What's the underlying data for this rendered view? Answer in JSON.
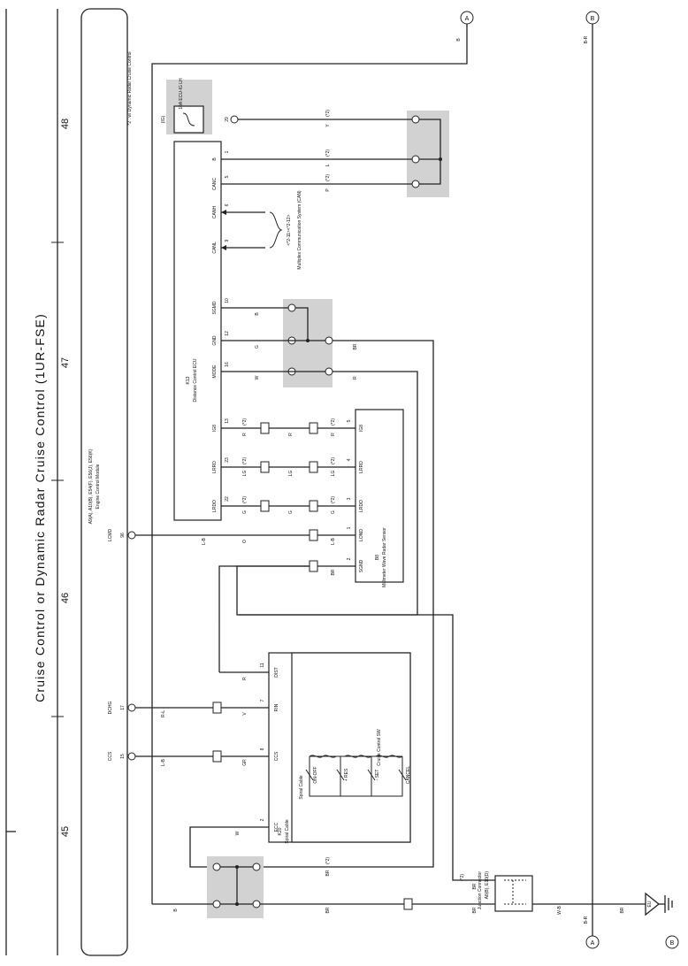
{
  "title": "Cruise Control or Dynamic Radar Cruise Control (1UR-FSE)",
  "page_numbers": [
    "45",
    "46",
    "47",
    "48"
  ],
  "footnote": "*2 : w/ Dynamic Radar Cruise Control",
  "refs": {
    "a": "A",
    "b": "B"
  },
  "ecm": {
    "code": "A9(A), A10(B), E54(F), E56(J), E56(K)",
    "name": "Engine Control Module",
    "pins": [
      {
        "num": "17",
        "term": "DCHG"
      },
      {
        "num": "15",
        "term": "CCS"
      },
      {
        "num": "96",
        "term": "LCMD"
      }
    ]
  },
  "drc_ecu": {
    "code": "K13",
    "name": "Distance Control ECU",
    "terms": [
      "B",
      "CANC",
      "CANH",
      "CANL",
      "SGMD",
      "GND",
      "MODE",
      "IG8",
      "LRRD",
      "LRDO"
    ],
    "pins": [
      "1",
      "5",
      "6",
      "9",
      "10",
      "12",
      "16",
      "13",
      "23",
      "22"
    ]
  },
  "can": {
    "label": "Multiplex Communication System (CAN)",
    "note": "<*2-11><*2-12>"
  },
  "fuse": {
    "label": "10A ECU-IG LH",
    "note": "(IG)",
    "pin": "29"
  },
  "radar": {
    "code": "B8",
    "name": "Millimeter Wave Radar Sensor",
    "terms": [
      "IG8",
      "LRRD",
      "LRDO",
      "LOND",
      "SGND"
    ],
    "pins": [
      "5",
      "4",
      "3",
      "1",
      "2"
    ]
  },
  "spiral": {
    "code": "K20",
    "name": "Spiral Cable",
    "terms": [
      "DIST",
      "RIN",
      "CCS",
      "ECC"
    ],
    "pins": [
      "11",
      "7",
      "8",
      "2"
    ],
    "switch_name": "Cruise Control SW",
    "switches": [
      "ON-OFF",
      "+ RES",
      "- SET",
      "CANCEL"
    ],
    "inner": "Spiral Cable"
  },
  "jc": {
    "code": "A8(B), E10(D)",
    "name": "Junction Connector"
  },
  "ground": {
    "label": "EU"
  },
  "wires": {
    "Y": "Y",
    "L": "L",
    "P": "P",
    "B": "B",
    "G": "G",
    "W": "W",
    "R": "R",
    "BR": "BR",
    "LB": "L-B",
    "LG": "LG",
    "O": "O",
    "GR": "GR",
    "V": "V",
    "RL": "R-L",
    "WB": "W-B",
    "BR2": "B-R"
  },
  "tags": {
    "z2": "(*2)"
  }
}
